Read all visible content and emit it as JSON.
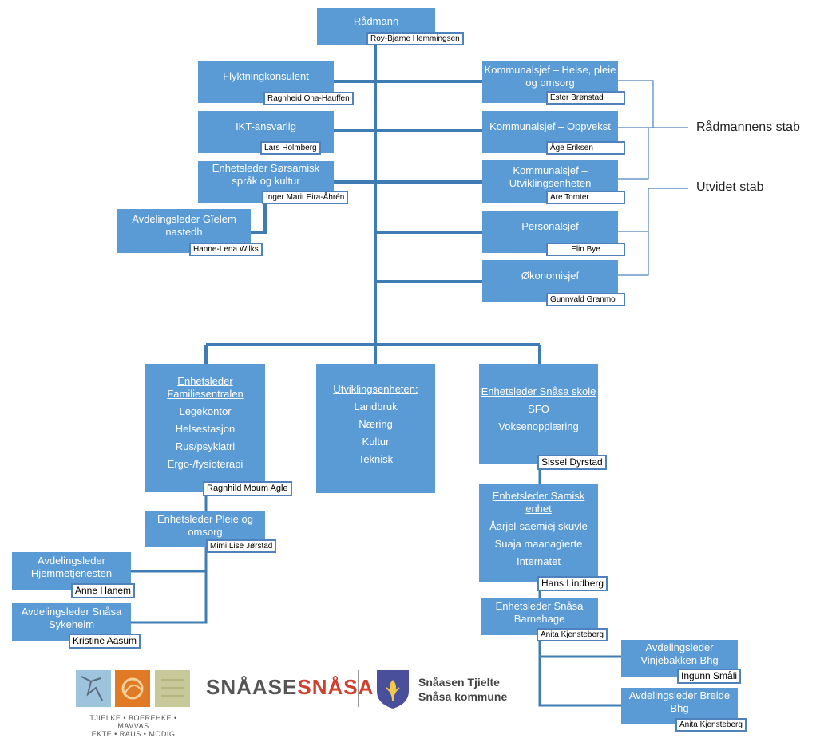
{
  "top": {
    "title": "Rådmann",
    "name": "Roy-Bjarne Hemmingsen"
  },
  "left_staff": [
    {
      "title": "Flyktningkonsulent",
      "name": "Ragnheid Ona-Hauffen"
    },
    {
      "title": "IKT-ansvarlig",
      "name": "Lars Holmberg"
    },
    {
      "title": "Enhetsleder Sørsamisk språk og kultur",
      "name": "Inger Marit Eira-Åhrén"
    },
    {
      "title": "Avdelingsleder Gïelem nastedh",
      "name": "Hanne-Lena Wilks"
    }
  ],
  "right_staff": [
    {
      "title": "Kommunalsjef – Helse, pleie og omsorg",
      "name": "Ester Brønstad"
    },
    {
      "title": "Kommunalsjef – Oppvekst",
      "name": "Åge Eriksen"
    },
    {
      "title": "Kommunalsjef – Utviklingsenheten",
      "name": "Are Tomter"
    },
    {
      "title": "Personalsjef",
      "name": "Elin Bye"
    },
    {
      "title": "Økonomisjef",
      "name": "Gunnvald Granmo"
    }
  ],
  "stab_labels": {
    "radmannens": "Rådmannens stab",
    "utvidet": "Utvidet stab"
  },
  "units": {
    "familie": {
      "title": "Enhetsleder Familiesentralen",
      "items": [
        "Legekontor",
        "Helsestasjon",
        "Rus/psykiatri",
        "Ergo-/fysioterapi"
      ],
      "name": "Ragnhild Moum Agle"
    },
    "utvikling": {
      "title": "Utviklingsenheten:",
      "items": [
        "Landbruk",
        "Næring",
        "Kultur",
        "Teknisk"
      ]
    },
    "skole": {
      "title": "Enhetsleder Snåsa skole",
      "items": [
        "SFO",
        "Voksenopplæring"
      ],
      "name": "Sissel Dyrstad"
    },
    "samisk": {
      "title": "Enhetsleder Samisk enhet",
      "items": [
        "Åarjel-saemiej skuvle",
        "Suaja maanagïerte",
        "Internatet"
      ],
      "name": "Hans Lindberg"
    },
    "pleie": {
      "title": "Enhetsleder Pleie og omsorg",
      "name": "Mimi Lise Jørstad"
    },
    "hjemme": {
      "title": "Avdelingsleder Hjemmetjenesten",
      "name": "Anne Hanem"
    },
    "sykeheim": {
      "title": "Avdelingsleder Snåsa Sykeheim",
      "name": "Kristine Aasum"
    },
    "barnehage": {
      "title": "Enhetsleder Snåsa Barnehage",
      "name": "Anita Kjensteberg"
    },
    "vinjebakken": {
      "title": "Avdelingsleder Vinjebakken Bhg",
      "name": "Ingunn Småli"
    },
    "breide": {
      "title": "Avdelingsleder Breide Bhg",
      "name": "Anita Kjensteberg"
    }
  },
  "footer": {
    "values_line1": "TJIELKE • BOEREHKE • MAVVAS",
    "values_line2": "EKTE • RAUS • MODIG",
    "wordmark_a": "SNÅASE",
    "wordmark_b": "SNÅSA",
    "municipality_line1": "Snåasen Tjielte",
    "municipality_line2": "Snåsa kommune"
  },
  "colors": {
    "box": "#5b9bd5",
    "line": "#3f7cb4",
    "bracket": "#4f81bd",
    "wordmark_red": "#d0402e"
  }
}
